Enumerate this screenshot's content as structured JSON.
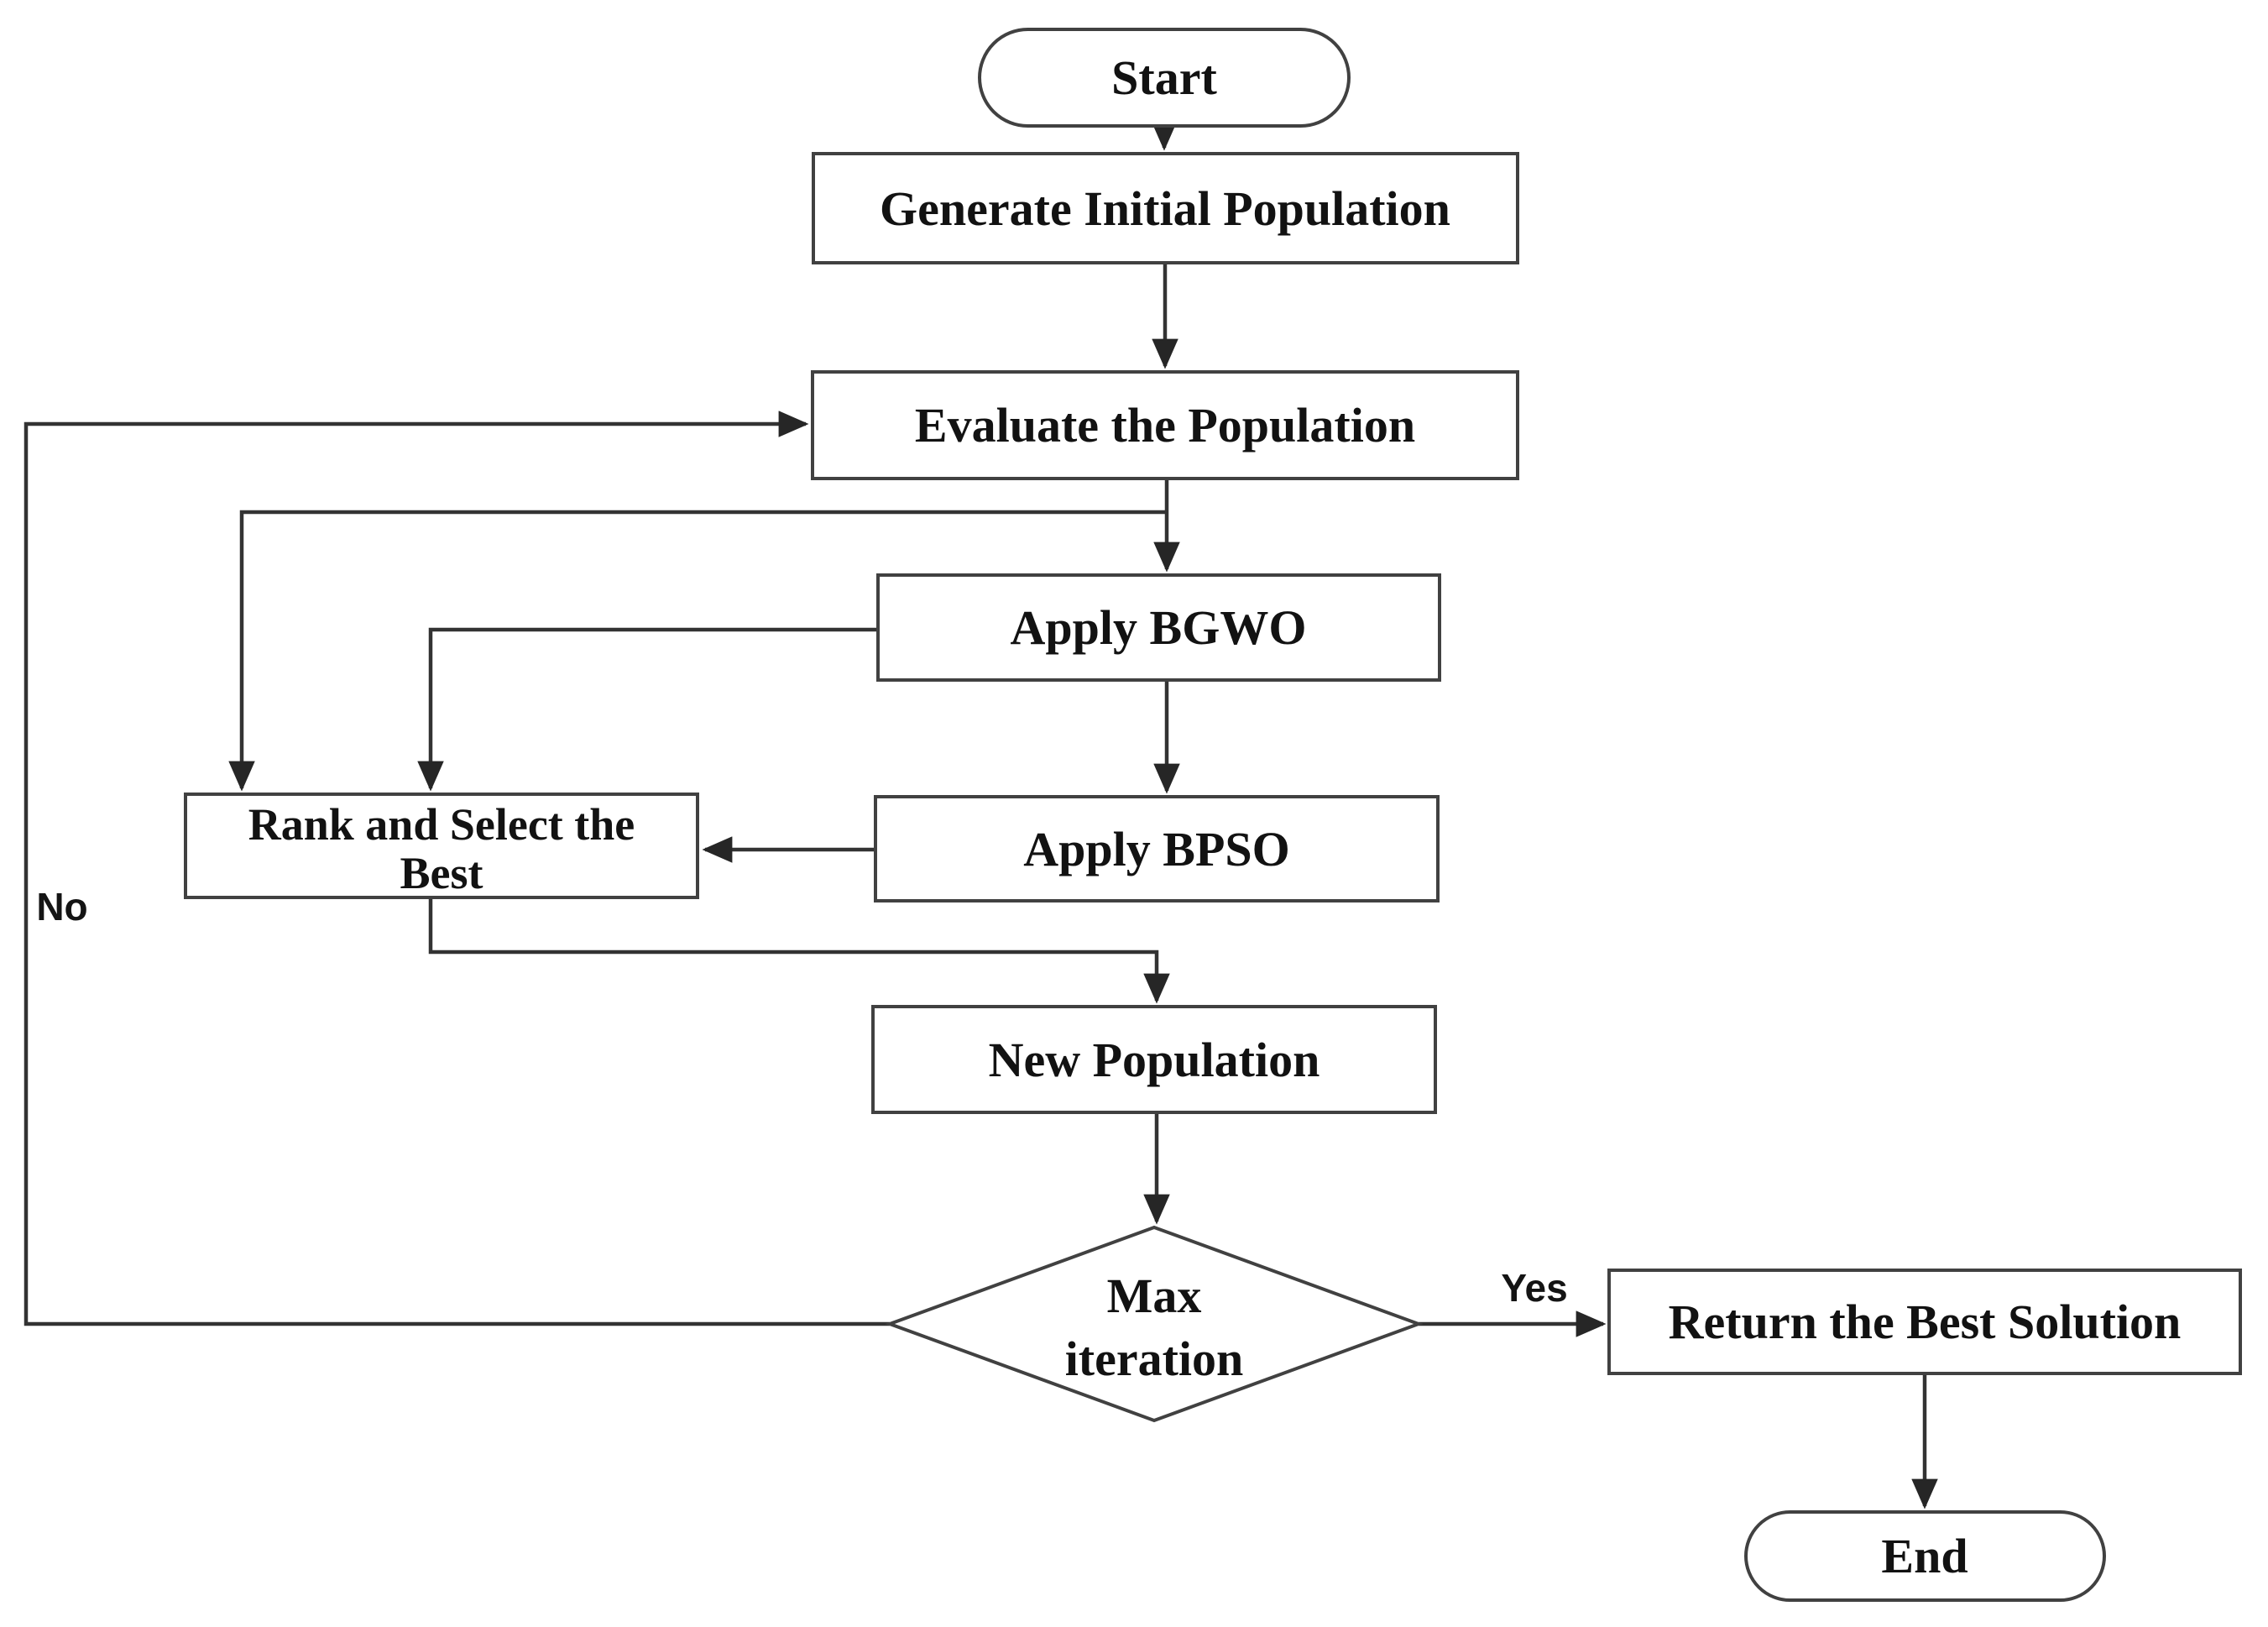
{
  "diagram": {
    "type": "flowchart",
    "nodes": {
      "start": {
        "shape": "terminator",
        "label": "Start"
      },
      "generate_initial_population": {
        "shape": "process",
        "label": "Generate Initial Population"
      },
      "evaluate_population": {
        "shape": "process",
        "label": "Evaluate the Population"
      },
      "apply_bgwo": {
        "shape": "process",
        "label": "Apply BGWO"
      },
      "apply_bpso": {
        "shape": "process",
        "label": "Apply BPSO"
      },
      "rank_select_best": {
        "shape": "process",
        "label": "Rank and Select the Best",
        "lines": [
          "Rank and Select the",
          "Best"
        ]
      },
      "new_population": {
        "shape": "process",
        "label": "New Population"
      },
      "max_iteration": {
        "shape": "decision",
        "label": "Max iteration",
        "lines": [
          "Max",
          "iteration"
        ]
      },
      "return_best_solution": {
        "shape": "process",
        "label": "Return the Best Solution"
      },
      "end": {
        "shape": "terminator",
        "label": "End"
      }
    },
    "edge_labels": {
      "yes": "Yes",
      "no": "No"
    },
    "colors": {
      "background": "#ffffff",
      "line": "#333333",
      "shape_border": "#414141",
      "shape_fill": "#ffffff",
      "text": "#121212"
    }
  }
}
